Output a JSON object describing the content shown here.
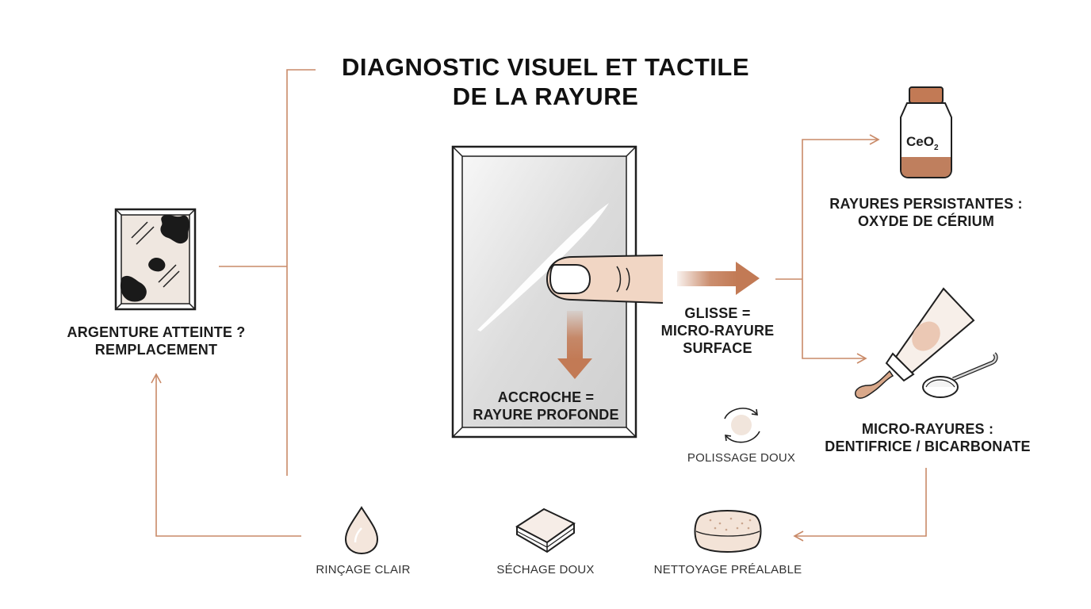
{
  "title": {
    "line1": "DIAGNOSTIC VISUEL ET TACTILE",
    "line2": "DE LA RAYURE"
  },
  "labels": {
    "argenture": {
      "line1": "ARGENTURE ATTEINTE ?",
      "line2": "REMPLACEMENT"
    },
    "accroche": {
      "line1": "ACCROCHE =",
      "line2": "RAYURE PROFONDE"
    },
    "glisse": {
      "line1": "GLISSE =",
      "line2": "MICRO-RAYURE",
      "line3": "SURFACE"
    },
    "persistantes": {
      "line1": "RAYURES PERSISTANTES :",
      "line2": "OXYDE DE CÉRIUM"
    },
    "micro": {
      "line1": "MICRO-RAYURES :",
      "line2": "DENTIFRICE / BICARBONATE"
    },
    "polissage": "POLISSAGE DOUX",
    "nettoyage": "NETTOYAGE PRÉALABLE",
    "sechage": "SÉCHAGE DOUX",
    "rincage": "RINÇAGE CLAIR"
  },
  "jar_label": {
    "text": "CeO",
    "subscript": "2"
  },
  "colors": {
    "accent": "#c27a55",
    "connector": "#c98a68",
    "outline": "#1f1f1f",
    "skin": "#f1d6c4",
    "jar_contents": "#bf7f5e",
    "mirror_fill": "#e4e4e4",
    "stain": "#1a1a1a"
  },
  "icons": [
    "damaged-mirror-icon",
    "mirror-icon",
    "finger-icon",
    "down-arrow-icon",
    "right-arrow-icon",
    "cerium-jar-icon",
    "toothpaste-tube-icon",
    "spoon-icon",
    "polish-cycle-icon",
    "sponge-icon",
    "cloth-icon",
    "water-drop-icon"
  ]
}
